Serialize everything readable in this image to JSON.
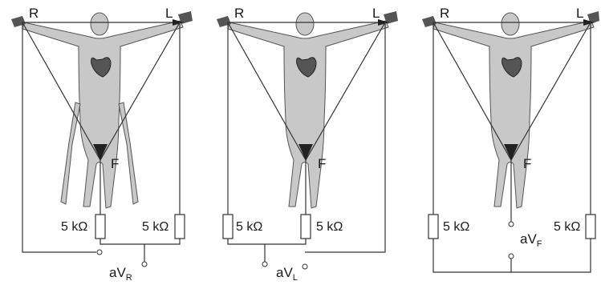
{
  "panels": [
    {
      "id": "aVR",
      "labels": {
        "right": "R",
        "left": "L",
        "foot": "F"
      },
      "resistors": [
        "5 kΩ",
        "5 kΩ"
      ],
      "lead_main": "aV",
      "lead_sub": "R"
    },
    {
      "id": "aVL",
      "labels": {
        "right": "R",
        "left": "L",
        "foot": "F"
      },
      "resistors": [
        "5 kΩ",
        "5 kΩ"
      ],
      "lead_main": "aV",
      "lead_sub": "L"
    },
    {
      "id": "aVF",
      "labels": {
        "right": "R",
        "left": "L",
        "foot": "F"
      },
      "resistors": [
        "5 kΩ",
        "5 kΩ"
      ],
      "lead_main": "aV",
      "lead_sub": "F"
    }
  ],
  "colors": {
    "body": "#c8c8c8",
    "heart": "#555555",
    "wire": "#333333"
  }
}
